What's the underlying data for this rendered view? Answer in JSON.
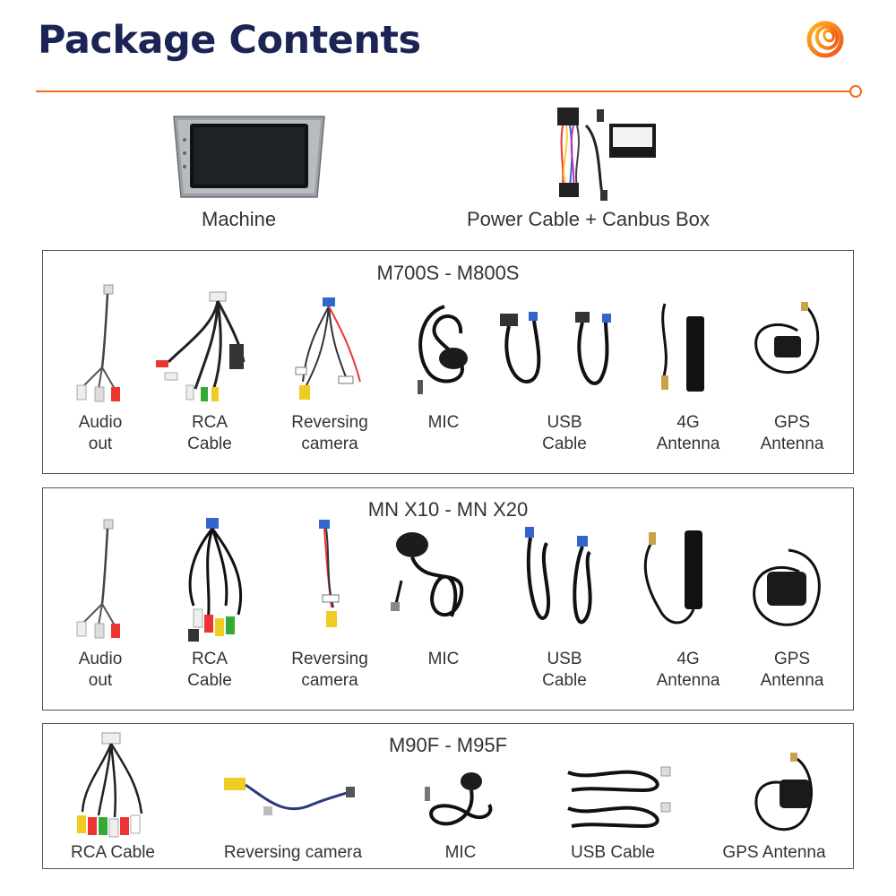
{
  "header": {
    "title": "Package Contents"
  },
  "top_items": {
    "machine": "Machine",
    "power": "Power Cable + Canbus Box"
  },
  "sections": [
    {
      "title": "M700S - M800S",
      "items": [
        "Audio\nout",
        "RCA\nCable",
        "Reversing\ncamera",
        "MIC",
        "USB\nCable",
        "4G\nAntenna",
        "GPS\nAntenna"
      ]
    },
    {
      "title": "MN X10 - MN X20",
      "items": [
        "Audio\nout",
        "RCA\nCable",
        "Reversing\ncamera",
        "MIC",
        "USB\nCable",
        "4G\nAntenna",
        "GPS\nAntenna"
      ]
    },
    {
      "title": "M90F - M95F",
      "items": [
        "RCA Cable",
        "Reversing camera",
        "MIC",
        "USB Cable",
        "GPS Antenna"
      ]
    }
  ],
  "colors": {
    "title": "#1b2454",
    "accent": "#f26a1b",
    "border": "#555555"
  },
  "icons": {
    "logo": "orange-spiral-logo"
  }
}
